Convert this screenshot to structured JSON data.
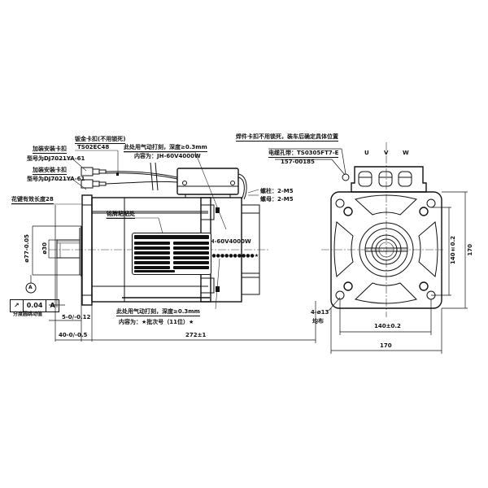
{
  "drawing": {
    "title": "Servo motor outline dimension drawing",
    "line_color": "#111111",
    "background": "#ffffff"
  },
  "side_view": {
    "annotations": {
      "sheet_metal_clip": "钣金卡扣(不用锁死)",
      "sheet_metal_clip_model": "TS02EC48",
      "extra_clip_1": "加装安装卡扣",
      "extra_clip_1_model": "型号为DJ7021YA-61",
      "extra_clip_2": "加装安装卡扣",
      "extra_clip_2_model": "型号为DJ7021YA-61",
      "spline_length": "花键有效长度28",
      "engrave_top": "此处用气动打刻，深度≥0.3mm",
      "engrave_top_content": "内容为：JH-60V4000W",
      "nameplate_location": "铭牌粘贴处",
      "model_marking": "JH-60V4000W",
      "serial_marking": "★●●●●●●●●●●★",
      "engrave_bottom": "此处用气动打刻，深度≥0.3mm",
      "engrave_bottom_content": "内容为：★批次号（11位）★",
      "stud": "螺柱：2-M5",
      "nut": "螺母：2-M5"
    },
    "dimensions": {
      "flange_dia": "ø77-0.05",
      "shaft_dia": "ø30",
      "datum": "A",
      "runout_symbol": "↗",
      "runout_value": "0.04",
      "runout_datum": "A",
      "runout_note": "分度圆跳动值",
      "shoulder": "5-0/-0.12",
      "shaft_length": "40-0/-0.5",
      "body_length": "272±1"
    }
  },
  "end_view": {
    "annotations": {
      "clip_note": "焊件卡扣不用锁死，装车后确定具体位置",
      "cable_gland": "电缆孔带：TS0305FT7-E",
      "cable_gland_code": "157-00185",
      "phase_u": "U",
      "phase_v": "V",
      "phase_w": "W",
      "mount_holes": "4-ø13",
      "mount_holes_note": "均布"
    },
    "dimensions": {
      "bolt_spacing_h": "140±0.2",
      "bolt_spacing_v": "140±0.2",
      "width": "170",
      "height": "170"
    }
  }
}
